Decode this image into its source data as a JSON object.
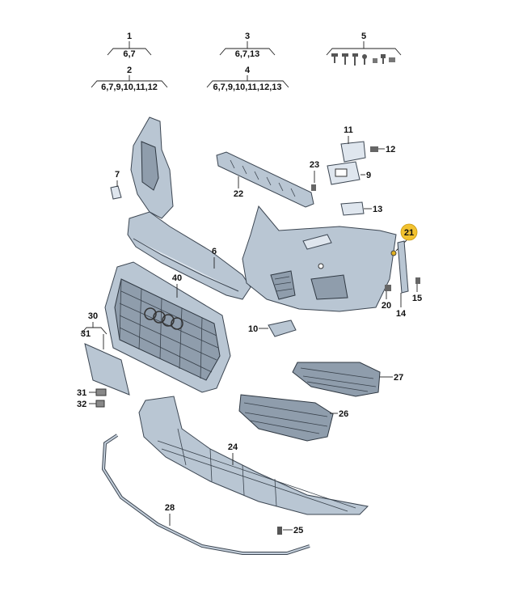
{
  "labels": {
    "n1": "1",
    "n1_sub": "6,7",
    "n2": "2",
    "n2_sub": "6,7,9,10,11,12",
    "n3": "3",
    "n3_sub": "6,7,13",
    "n4": "4",
    "n4_sub": "6,7,9,10,11,12,13",
    "n5": "5",
    "n6": "6",
    "n7": "7",
    "n9": "9",
    "n10": "10",
    "n11": "11",
    "n12": "12",
    "n13": "13",
    "n14": "14",
    "n15": "15",
    "n20": "20",
    "n21": "21",
    "n22": "22",
    "n23": "23",
    "n24": "24",
    "n25": "25",
    "n26": "26",
    "n27": "27",
    "n28": "28",
    "n30": "30",
    "n31_top": "31",
    "n31": "31",
    "n32": "32",
    "n40": "40"
  },
  "colors": {
    "part": "#b9c6d3",
    "highlight": "#f2c230"
  }
}
